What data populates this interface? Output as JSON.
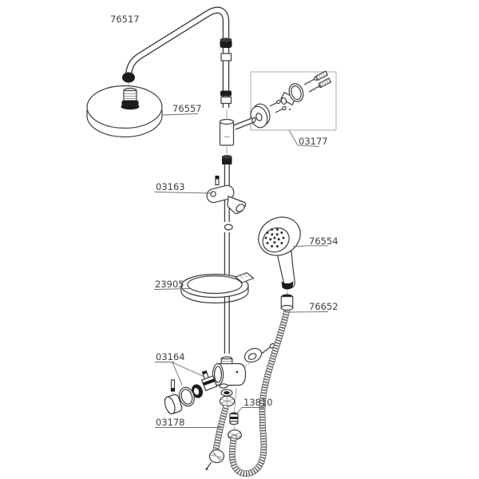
{
  "diagram": {
    "type": "exploded-parts-diagram",
    "part_labels": [
      {
        "key": "shower-pipe-assembly",
        "number": "76517"
      },
      {
        "key": "shower-head",
        "number": "76557"
      },
      {
        "key": "wall-mount-kit",
        "number": "03177"
      },
      {
        "key": "slider-bracket",
        "number": "03163"
      },
      {
        "key": "hand-shower",
        "number": "76554"
      },
      {
        "key": "soap-dish",
        "number": "23905"
      },
      {
        "key": "shower-hose-long",
        "number": "76652"
      },
      {
        "key": "diverter-valve",
        "number": "03164"
      },
      {
        "key": "check-valve",
        "number": "13810"
      },
      {
        "key": "shower-hose-short",
        "number": "03178"
      }
    ],
    "colors": {
      "background": "#ffffff",
      "line": "#3d3d3d",
      "label_text": "#3f3f3f",
      "leader": "#6b6b6b",
      "detail_box_border": "#a8a8a8"
    }
  }
}
